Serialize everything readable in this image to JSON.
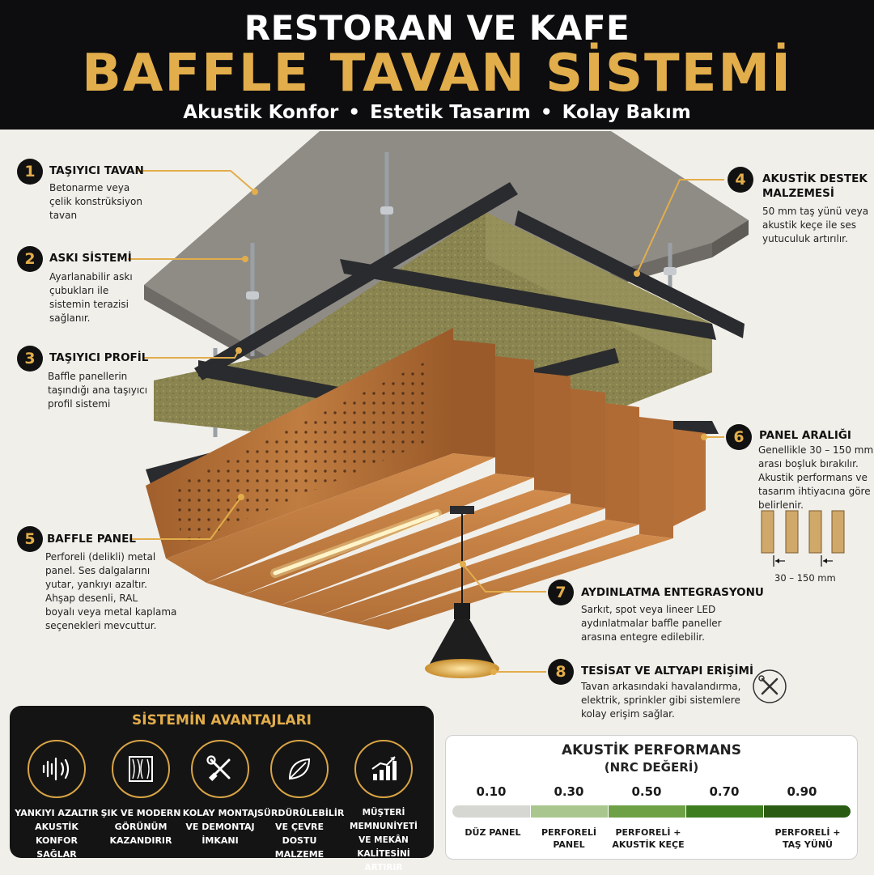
{
  "header": {
    "line1": "RESTORAN VE KAFE",
    "line2": "BAFFLE  TAVAN SİSTEMİ",
    "tags": [
      "Akustik Konfor",
      "Estetik Tasarım",
      "Kolay Bakım"
    ],
    "separator": "•"
  },
  "colors": {
    "gold": "#e2ad4b",
    "dark": "#0d0d0f",
    "wood": "#b06d36",
    "insulation": "#8c8652",
    "concrete": "#8e8b85"
  },
  "callouts": [
    {
      "num": "1",
      "title": [
        "TAŞIYICI TAVAN"
      ],
      "desc": [
        "Betonarme veya",
        "çelik konstrüksiyon",
        "tavan"
      ]
    },
    {
      "num": "2",
      "title": [
        "ASKI SİSTEMİ"
      ],
      "desc": [
        "Ayarlanabilir askı",
        "çubukları ile",
        "sistemin terazisi",
        "sağlanır."
      ]
    },
    {
      "num": "3",
      "title": [
        "TAŞIYICI PROFİL"
      ],
      "desc": [
        "Baffle panellerin",
        "taşındığı ana taşıyıcı",
        "profil sistemi"
      ]
    },
    {
      "num": "4",
      "title": [
        "AKUSTİK DESTEK",
        "MALZEMESİ"
      ],
      "desc": [
        "50 mm taş yünü veya",
        "akustik keçe  ile ses",
        "yutuculuk artırılır."
      ]
    },
    {
      "num": "5",
      "title": [
        "BAFFLE PANEL"
      ],
      "desc": [
        "Perforeli (delikli) metal",
        "panel. Ses dalgalarını",
        "yutar, yankıyı azaltır.",
        "Ahşap desenli, RAL",
        "boyalı veya metal kaplama",
        "seçenekleri mevcuttur."
      ]
    },
    {
      "num": "6",
      "title": [
        "PANEL ARALIĞI"
      ],
      "desc": [
        "Genellikle 30 – 150 mm",
        "arası boşluk bırakılır.",
        "Akustik performans ve",
        "tasarım ihtiyacına göre",
        "belirlenir."
      ]
    },
    {
      "num": "7",
      "title": [
        "AYDINLATMA ENTEGRASYONU"
      ],
      "desc": [
        "Sarkıt, spot veya lineer LED",
        "aydınlatmalar baffle paneller",
        "arasına entegre edilebilir."
      ]
    },
    {
      "num": "8",
      "title": [
        "TESİSAT VE ALTYAPI ERİŞİMİ"
      ],
      "desc": [
        "Tavan arkasındaki havalandırma,",
        "elektrik, sprinkler gibi sistemlere",
        "kolay erişim sağlar."
      ]
    }
  ],
  "spacing_label": "30 – 150 mm",
  "advantages": {
    "title": "SİSTEMİN AVANTAJLARI",
    "items": [
      {
        "icon": "sound-wave-icon",
        "label": [
          "YANKIYI AZALTIR",
          "AKUSTİK KONFOR",
          "SAĞLAR"
        ]
      },
      {
        "icon": "wood-texture-icon",
        "label": [
          "ŞIK VE MODERN",
          "GÖRÜNÜM",
          "KAZANDIRIR"
        ]
      },
      {
        "icon": "tools-icon",
        "label": [
          "KOLAY MONTAJ",
          "VE DEMONTAJ",
          "İMKANI"
        ]
      },
      {
        "icon": "leaf-icon",
        "label": [
          "SÜRDÜRÜLEBİLİR",
          "VE ÇEVRE DOSTU",
          "MALZEME"
        ]
      },
      {
        "icon": "growth-chart-icon",
        "label": [
          "MÜŞTERİ MEMNUNİYETİ",
          "VE MEKÂN KALİTESİNİ",
          "ARTIRIR"
        ]
      }
    ]
  },
  "nrc": {
    "title": "AKUSTİK PERFORMANS",
    "subtitle": "(NRC DEĞERİ)",
    "values": [
      "0.10",
      "0.30",
      "0.50",
      "0.70",
      "0.90"
    ],
    "segment_colors": [
      "#d6d6d2",
      "#a9c68f",
      "#6ea146",
      "#3d7d20",
      "#2b5c14"
    ],
    "labels": [
      {
        "text": [
          "DÜZ PANEL"
        ],
        "at": 0
      },
      {
        "text": [
          "PERFORELİ",
          "PANEL"
        ],
        "at": 1
      },
      {
        "text": [
          "PERFORELİ +",
          "AKUSTİK KEÇE"
        ],
        "at": 2
      },
      {
        "text": [
          "PERFORELİ +",
          "TAŞ YÜNÜ"
        ],
        "at": 4
      }
    ]
  }
}
